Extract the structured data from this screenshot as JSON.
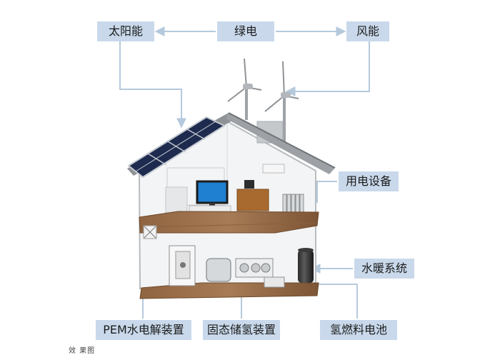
{
  "diagram": {
    "center_label": "绿电",
    "left_label": "太阳能",
    "right_label": "风能",
    "callouts": {
      "equipment": "用电设备",
      "heating": "水暖系统",
      "pem": "PEM水电解装置",
      "storage": "固态储氢装置",
      "fuel_cell": "氢燃料电池"
    },
    "watermark": "效 果图",
    "colors": {
      "label_bg": "#c9d9eb",
      "connector": "#b5c9dd",
      "floor": "#a0754f",
      "roof": "#8e9296",
      "house_outline": "#b8bcbf"
    }
  }
}
